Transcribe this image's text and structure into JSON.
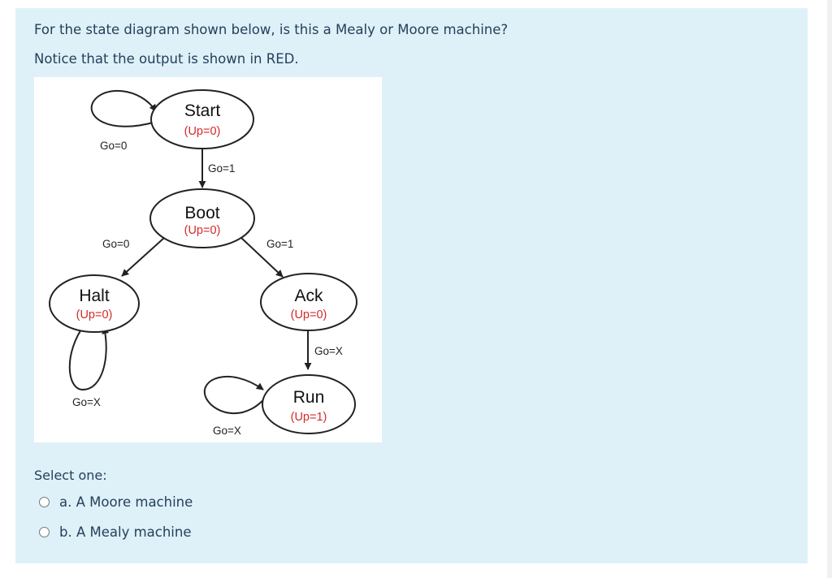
{
  "question": {
    "line1": "For the state diagram shown below, is this a Mealy or Moore machine?",
    "line2": "Notice that the output is shown in RED."
  },
  "diagram": {
    "states": [
      {
        "name": "Start",
        "output": "(Up=0)"
      },
      {
        "name": "Boot",
        "output": "(Up=0)"
      },
      {
        "name": "Halt",
        "output": "(Up=0)"
      },
      {
        "name": "Ack",
        "output": "(Up=0)"
      },
      {
        "name": "Run",
        "output": "(Up=1)"
      }
    ],
    "transitions": [
      {
        "label": "Go=0"
      },
      {
        "label": "Go=1"
      },
      {
        "label": "Go=0"
      },
      {
        "label": "Go=1"
      },
      {
        "label": "Go=X"
      },
      {
        "label": "Go=X"
      },
      {
        "label": "Go=X"
      }
    ],
    "output_color": "#d42a2a"
  },
  "answer": {
    "prompt": "Select one:",
    "options": [
      {
        "label": "a. A Moore machine"
      },
      {
        "label": "b. A Mealy machine"
      }
    ]
  }
}
